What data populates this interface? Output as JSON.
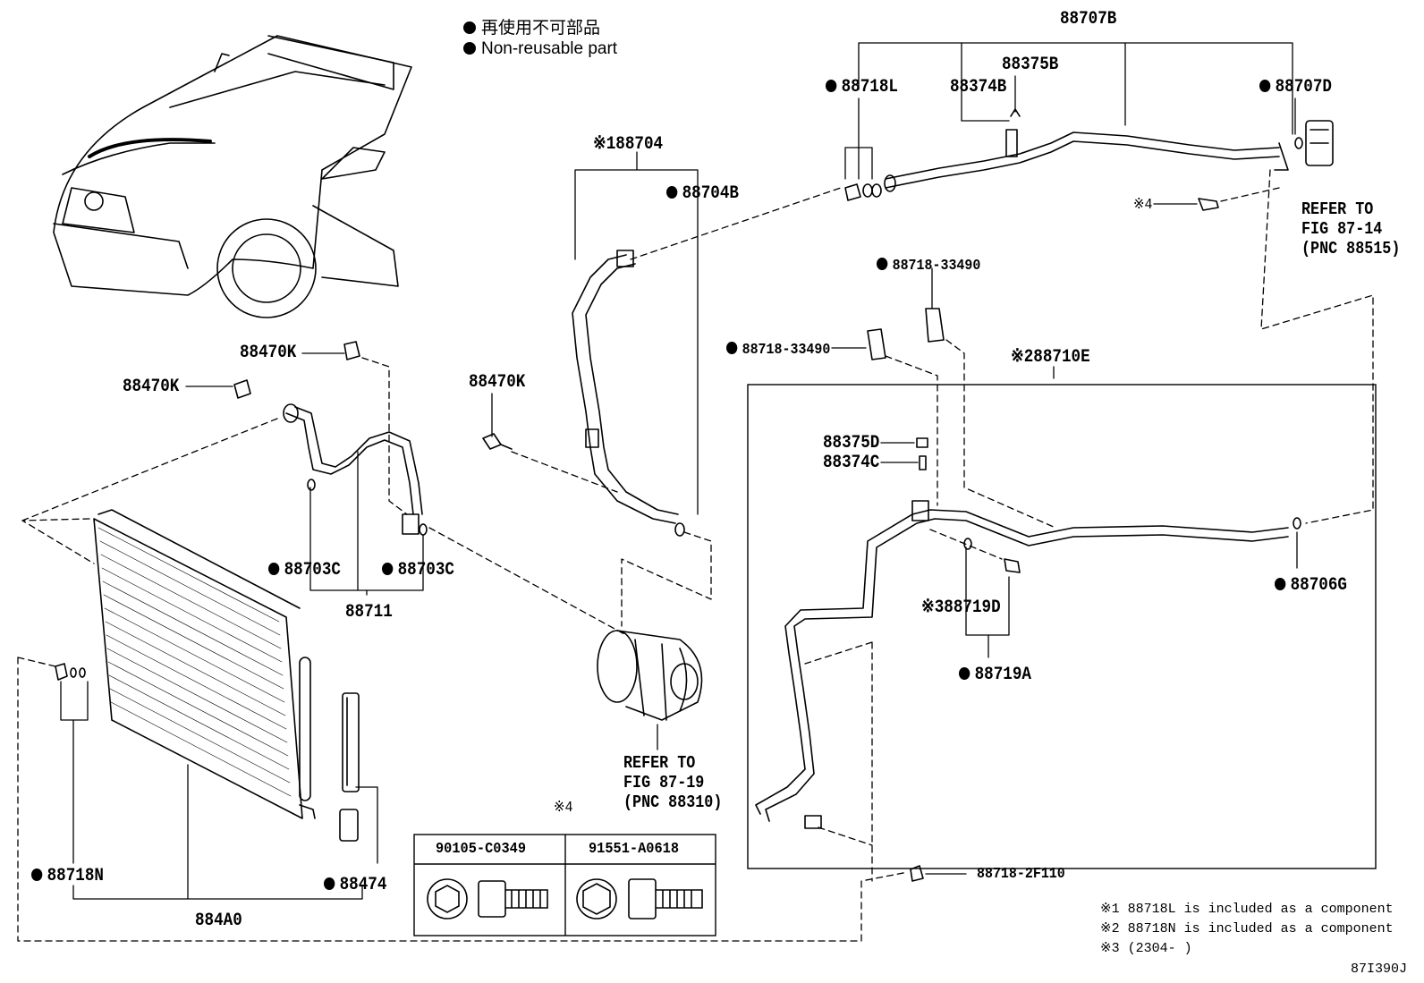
{
  "legend": {
    "jp": "再使用不可部品",
    "en": "Non-reusable part"
  },
  "labels": {
    "l88707B": "88707B",
    "l88375B": "88375B",
    "l88718L": "88718L",
    "l88374B": "88374B",
    "l88707D": "88707D",
    "l88704": "※188704",
    "l88704B": "88704B",
    "l88718_33490a": "88718-33490",
    "l88718_33490b": "88718-33490",
    "l88710E": "※288710E",
    "l88470K_a": "88470K",
    "l88470K_b": "88470K",
    "l88470K_c": "88470K",
    "l88375D": "88375D",
    "l88374C": "88374C",
    "l88703C_a": "88703C",
    "l88703C_b": "88703C",
    "l88711": "88711",
    "l88719D": "※388719D",
    "l88719A": "88719A",
    "l88706G": "88706G",
    "l88718N": "88718N",
    "l88474": "88474",
    "l884A0": "884A0",
    "l88718_2F110": "88718-2F110",
    "star4a": "※4",
    "star4b": "※4"
  },
  "refs": {
    "ref_87_14": "REFER TO\nFIG 87-14\n(PNC 88515)",
    "ref_87_19": "REFER TO\nFIG 87-19\n(PNC 88310)"
  },
  "bolt_table": {
    "col1": "90105-C0349",
    "col2": "91551-A0618"
  },
  "notes": {
    "n1": "※1 88718L is included as a component",
    "n2": "※2 88718N is included as a component",
    "n3": "※3 (2304-    )"
  },
  "figure_id": "87I390J"
}
